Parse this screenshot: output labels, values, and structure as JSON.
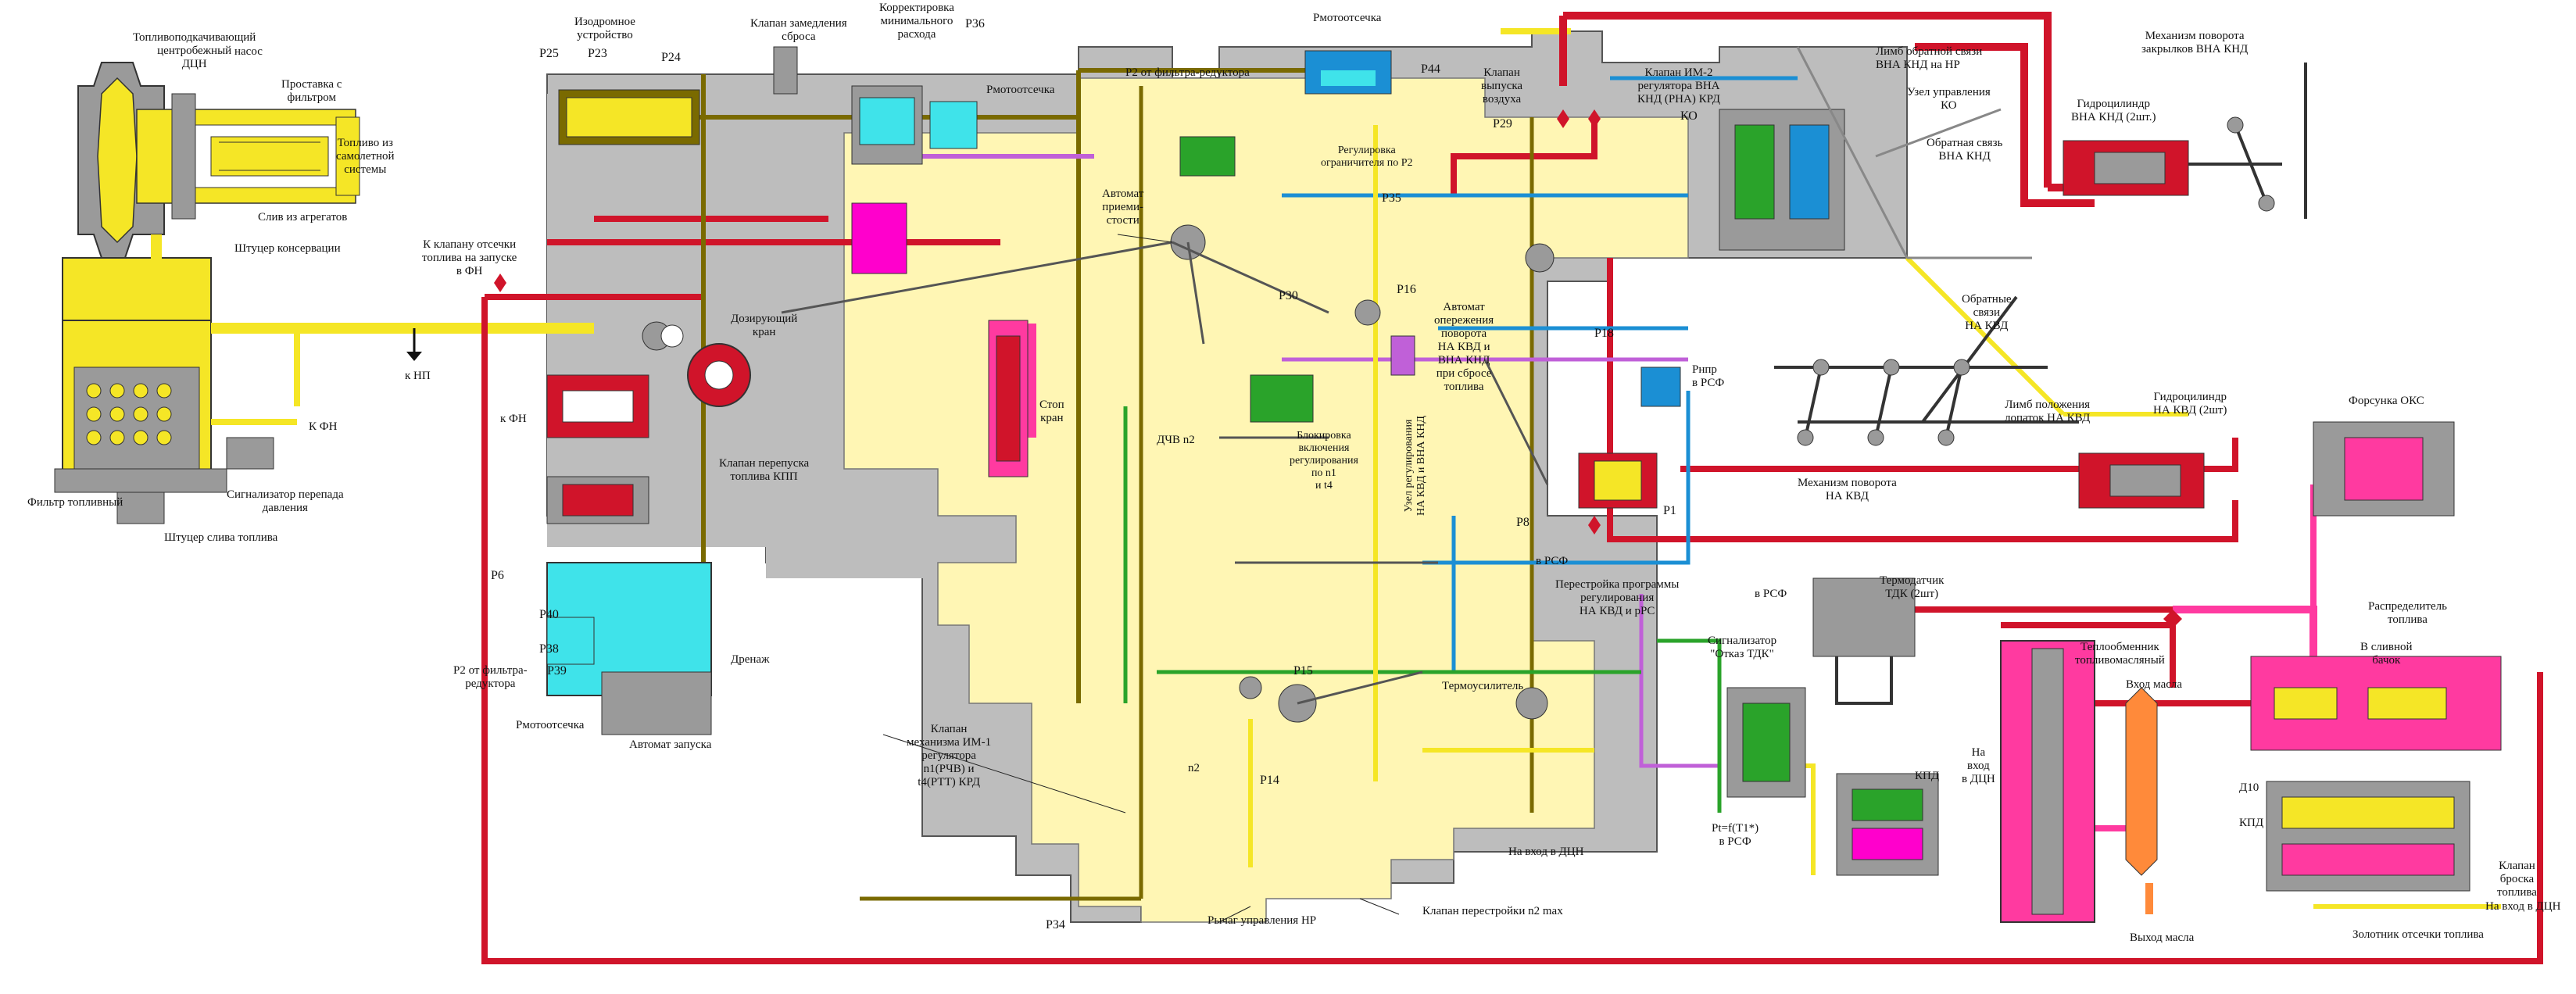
{
  "colors": {
    "fuel_supply": "#f5e626",
    "high_pressure": "#d0142a",
    "regulated": "#ff3aa0",
    "control": "#1b8fd4",
    "drain": "#2aa32a",
    "air": "#c060d8",
    "servo": "#7a6a00",
    "housing": "#bdbdbd",
    "body": "#fff6b4",
    "cooling": "#3fe3ea",
    "heat_exchanger": "#ff8a3a"
  },
  "labels": {
    "dcn_pump": "Топливоподкачивающий\nцентробежный\nДЦН",
    "nasos": "насос",
    "filter_insert": "Проставка с\nфильтром",
    "fuel_from_aircraft": "Топливо из\nсамолетной\nсистемы",
    "drain_from_units": "Слив из агрегатов",
    "conservation_fitting": "Штуцер консервации",
    "fuel_filter": "Фильтр топливный",
    "pressure_drop_signal": "Сигнализатор перепада\nдавления",
    "fuel_drain_fitting": "Штуцер слива топлива",
    "k_fn_left": "К ФН",
    "k_np": "к НП",
    "isodrom": "Изодромное\nустройство",
    "p25": "P25",
    "p23": "P23",
    "p24": "P24",
    "slowdown_valve": "Клапан замедления\nсброса",
    "min_flow_corrector": "Корректировка\nминимального\nрасхода",
    "p36": "P36",
    "p_motootsechka_top": "Рмотоотсечка",
    "p_motootsechka_top2": "Рмотоотсечка",
    "p2_from_filter_top": "P2 от фильтра-редуктора",
    "p44": "P44",
    "air_release_valve": "Клапан\nвыпуска\nвоздуха",
    "im2_valve": "Клапан ИМ-2\nрегулятора ВНА\nКНД (РНА) КРД",
    "ko": "КО",
    "lever_feedback_vna": "Лимб обратной связи\nВНА КНД на НР",
    "control_unit_ko": "Узел управления\nКО",
    "feedback_vna": "Обратная связь\nВНА КНД",
    "vna_mechanism": "Механизм поворота\nзакрылков ВНА КНД",
    "hydro_cyl_vna": "Гидроцилиндр\nВНА КНД (2шт.)",
    "p29": "P29",
    "p_limit_reg": "Регулировка\nограничителя по P2",
    "p35": "P35",
    "accel_automat": "Автомат\nприеми-\nстости",
    "to_cutoff_valve": "К клапану отсечки\nтоплива на запуске\nв ФН",
    "dosing_valve": "Дозирующий\nкран",
    "stop_valve": "Стоп\nкран",
    "k_fn_mid": "к ФН",
    "bypass_valve": "Клапан перепуска\nтоплива КПП",
    "p30": "P30",
    "p16": "P16",
    "advance_automat": "Автомат\nопережения\nповорота\nНА КВД и\nВНА КНД\nпри сбросе\nтоплива",
    "p18": "P18",
    "p_npr_rsf": "Pнпр\nв РСФ",
    "feedback_kvd": "Обратные\nсвязи\nНА КВД",
    "lever_kvd": "Лимб положения\nлопаток НА КВД",
    "hydro_cyl_kvd": "Гидроцилиндр\nНА КВД  (2шт)",
    "kvd_mechanism": "Механизм поворота\nНА КВД",
    "oks_nozzle": "Форсунка ОКС",
    "dchv": "ДЧВ n2",
    "interlock": "Блокировка\nвключения\nрегулирования\nпо n1\nи t4",
    "reg_node": "Узел регулирования\nНА КВД и ВНА КНД",
    "p8": "P8",
    "p1": "P1",
    "reprogram": "Перестройка программы\nрегулирования\nНА КВД и pPC",
    "v_rsf_right": "в РСФ",
    "v_rsf_mid": "в РСФ",
    "tdk_sensor": "Термодатчик\nТДК (2шт)",
    "p6": "P6",
    "p40": "P40",
    "p38": "P38",
    "p39": "P39",
    "p2_from_filter_left": "P2 от фильтра-\nредуктора",
    "drenazh": "Дренаж",
    "p_motootsechka_bottom": "Pмотоотсечка",
    "start_automat": "Автомат запуска",
    "p15": "P15",
    "thermo_amp": "Термоусилитель",
    "tdk_signal": "Сигнализатор\n\"Отказ ТДК\"",
    "heat_exchanger": "Теплообменник\nтопливомасляный",
    "oil_in": "Вход масла",
    "distributor": "Распределитель\nтоплива",
    "to_drain_tank": "В сливной\nбачок",
    "im1_valve": "Клапан\nмеханизма ИМ-1\nрегулятора\nn1(РЧВ) и\nt4(РТТ) КРД",
    "n2": "n2",
    "p14": "P14",
    "to_dcn_mid": "На вход в ДЦН",
    "pt_rsf": "Pt=f(T1*)\nв РСФ",
    "kpd_mid": "КПД",
    "to_dcn_right": "На\nвход\nв ДЦН",
    "d10": "Д10",
    "kpd_right": "КПД",
    "fuel_dump_valve": "Клапан\nброска\nтоплива",
    "p34": "P34",
    "hr_lever": "Рычаг управления НР",
    "n2max_valve": "Клапан перестройки n2 max",
    "oil_out": "Выход масла",
    "to_dcn_bottom": "На вход в ДЦН",
    "cutoff_spool": "Золотник отсечки топлива"
  }
}
